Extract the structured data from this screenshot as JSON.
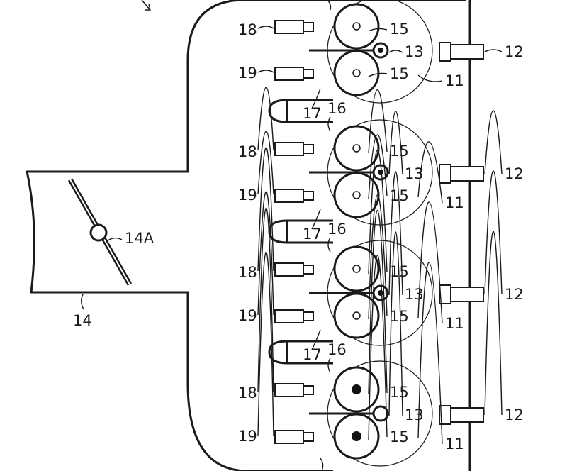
{
  "figure": {
    "labels": {
      "duct": "14",
      "damper": "14A",
      "unit": "11",
      "supply": "12",
      "roller_pair": "15",
      "nip_roller": "13",
      "guide_16": "16",
      "guide_17": "17",
      "sensor_18": "18",
      "sensor_19": "19"
    },
    "units": [
      {
        "id": "unit-1",
        "rollers_solid": false,
        "nip_solid": true
      },
      {
        "id": "unit-2",
        "rollers_solid": false,
        "nip_solid": true
      },
      {
        "id": "unit-3",
        "rollers_solid": false,
        "nip_solid": true
      },
      {
        "id": "unit-4",
        "rollers_solid": true,
        "nip_solid": false
      }
    ]
  }
}
